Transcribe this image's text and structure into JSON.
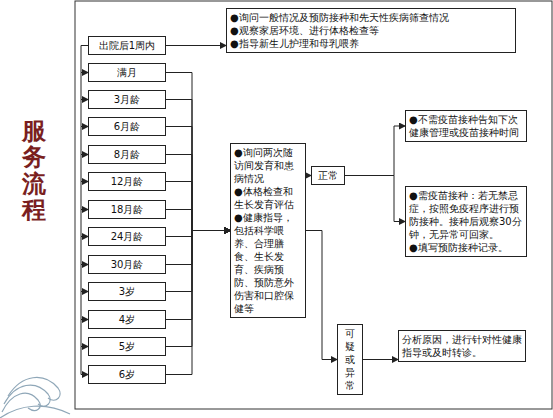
{
  "diagram": {
    "nodes": [
      {
        "text": [
          "出院后1周内"
        ]
      },
      {
        "text": [
          "●询问一般情况及预防接种和先天性疾病筛查情况",
          "●观察家居环境、进行体格检查等",
          "●指导新生儿护理和母乳喂养"
        ]
      },
      {
        "text": [
          "满月"
        ]
      },
      {
        "text": [
          "3月龄"
        ]
      },
      {
        "text": [
          "6月龄"
        ]
      },
      {
        "text": [
          "8月龄"
        ]
      },
      {
        "text": [
          "12月龄"
        ]
      },
      {
        "text": [
          "18月龄"
        ]
      },
      {
        "text": [
          "24月龄"
        ]
      },
      {
        "text": [
          "30月龄"
        ]
      },
      {
        "text": [
          "3岁"
        ]
      },
      {
        "text": [
          "4岁"
        ]
      },
      {
        "text": [
          "5岁"
        ]
      },
      {
        "text": [
          "6岁"
        ]
      },
      {
        "text": [
          "●询问两次随访间发育和患病情况",
          "●体格检查和生长发育评估",
          "●健康指导，包括科学喂养、合理膳食、生长发育、疾病预防、预防意外伤害和口腔保健等"
        ]
      },
      {
        "text": [
          "正常"
        ]
      },
      {
        "text": [
          "●不需疫苗接种告知下次健康管理或疫苗接种时间"
        ]
      },
      {
        "text": [
          "●需疫苗接种：若无禁忌症，按照免疫程序进行预防接种。接种后观察30分钟，无异常可回家。",
          "●填写预防接种记录。"
        ]
      },
      {
        "text": [
          "可疑或异常"
        ]
      },
      {
        "text": [
          "分析原因，进行针对性健康指导或及时转诊。"
        ]
      }
    ],
    "edges": [
      {
        "from": 0,
        "to": 1,
        "arrow": "to"
      },
      {
        "from": 0,
        "to": 2,
        "arrow": "to"
      },
      {
        "from": 2,
        "to": 3,
        "arrow": "to"
      },
      {
        "from": 3,
        "to": 4,
        "arrow": "to"
      },
      {
        "from": 4,
        "to": 5,
        "arrow": "to"
      },
      {
        "from": 5,
        "to": 6,
        "arrow": "to"
      },
      {
        "from": 6,
        "to": 7,
        "arrow": "to"
      },
      {
        "from": 7,
        "to": 8,
        "arrow": "to"
      },
      {
        "from": 8,
        "to": 9,
        "arrow": "to"
      },
      {
        "from": 9,
        "to": 10,
        "arrow": "to"
      },
      {
        "from": 10,
        "to": 11,
        "arrow": "to"
      },
      {
        "from": 11,
        "to": 12,
        "arrow": "to"
      },
      {
        "from": 12,
        "to": 13,
        "arrow": "to"
      },
      {
        "from": 2,
        "to": 14,
        "arrow": "to"
      },
      {
        "from": 3,
        "to": 14,
        "arrow": "to"
      },
      {
        "from": 4,
        "to": 14,
        "arrow": "to"
      },
      {
        "from": 5,
        "to": 14,
        "arrow": "to"
      },
      {
        "from": 6,
        "to": 14,
        "arrow": "to"
      },
      {
        "from": 7,
        "to": 14,
        "arrow": "to"
      },
      {
        "from": 8,
        "to": 14,
        "arrow": "to"
      },
      {
        "from": 9,
        "to": 14,
        "arrow": "to"
      },
      {
        "from": 10,
        "to": 14,
        "arrow": "to"
      },
      {
        "from": 11,
        "to": 14,
        "arrow": "to"
      },
      {
        "from": 12,
        "to": 14,
        "arrow": "to"
      },
      {
        "from": 13,
        "to": 14,
        "arrow": "to"
      },
      {
        "from": 14,
        "to": 15,
        "arrow": "to"
      },
      {
        "from": 15,
        "to": 16,
        "arrow": "to"
      },
      {
        "from": 15,
        "to": 17,
        "arrow": "to"
      },
      {
        "from": 14,
        "to": 18,
        "arrow": "to"
      },
      {
        "from": 18,
        "to": 19,
        "arrow": "to"
      }
    ],
    "labels": [
      "服务流程"
    ]
  }
}
